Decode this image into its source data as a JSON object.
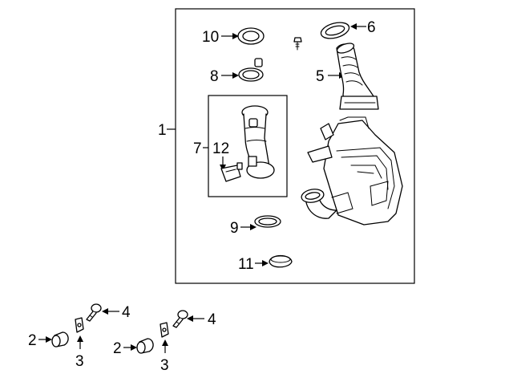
{
  "diagram": {
    "callouts": {
      "c1": "1",
      "c2a": "2",
      "c2b": "2",
      "c3a": "3",
      "c3b": "3",
      "c4a": "4",
      "c4b": "4",
      "c5": "5",
      "c6": "6",
      "c7": "7",
      "c8": "8",
      "c9": "9",
      "c10": "10",
      "c11": "11",
      "c12": "12"
    }
  }
}
